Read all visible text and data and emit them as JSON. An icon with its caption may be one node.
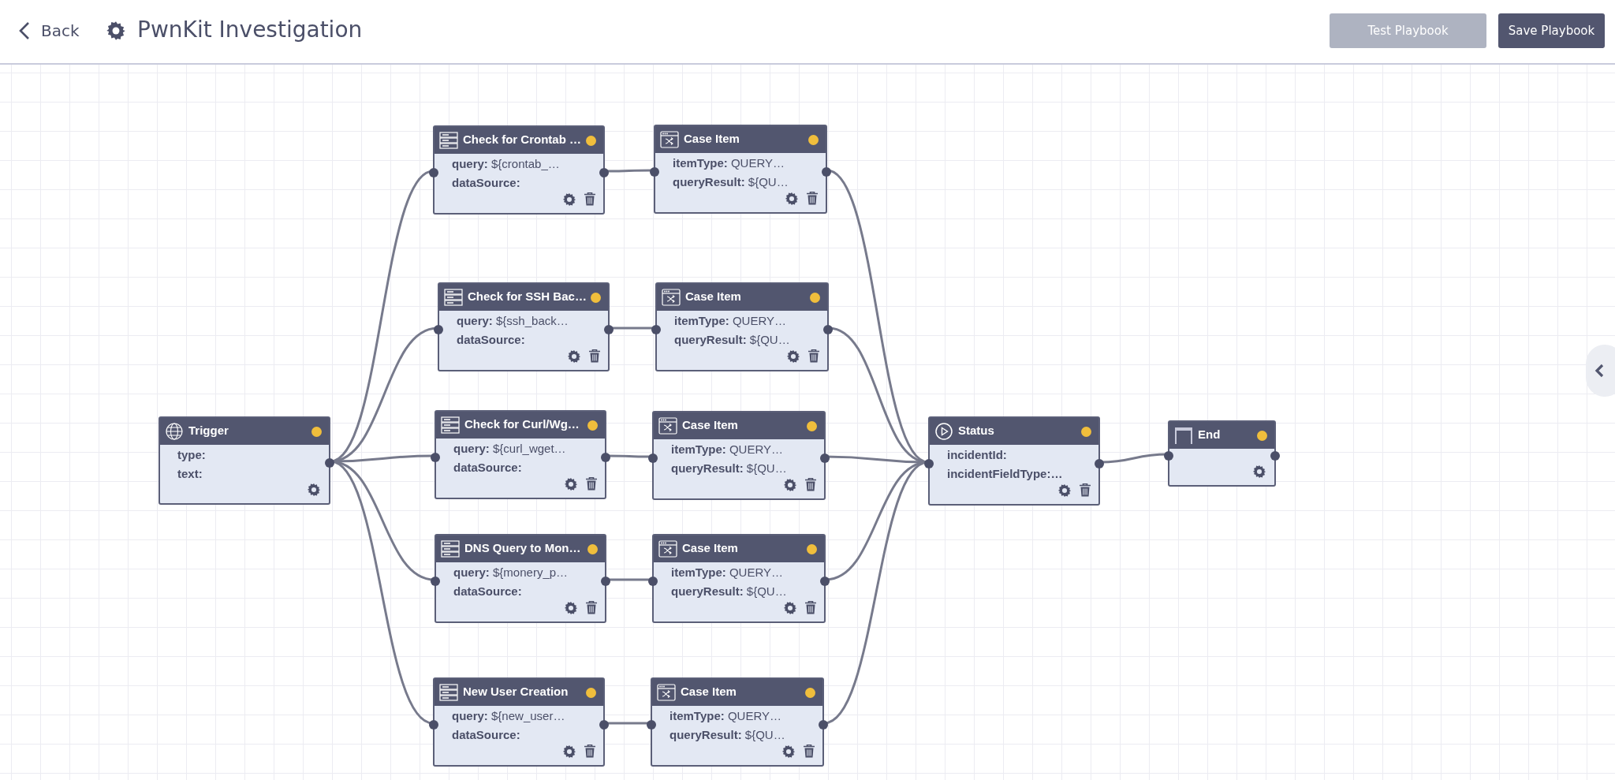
{
  "diagram": {
    "title": "PwnKit Investigation",
    "nodes": [
      {
        "text": [
          "Trigger",
          "**type:** ",
          "text:"
        ]
      },
      {
        "text": [
          "Check for Crontab …",
          "**query:** ${crontab_…",
          "dataSource:"
        ]
      },
      {
        "text": [
          "Check for SSH Bac…",
          "**query:** ${ssh_back…",
          "dataSource:"
        ]
      },
      {
        "text": [
          "Check for Curl/Wg…",
          "**query:** ${curl_wget…",
          "dataSource:"
        ]
      },
      {
        "text": [
          "DNS Query to Mon…",
          "**query:** ${monery_p…",
          "dataSource:"
        ]
      },
      {
        "text": [
          "New User Creation",
          "**query:** ${new_user…",
          "dataSource:"
        ]
      },
      {
        "text": [
          "Case Item",
          "**itemType:** QUERY…",
          "**queryResult:** ${QU…"
        ]
      },
      {
        "text": [
          "Case Item",
          "**itemType:** QUERY…",
          "**queryResult:** ${QU…"
        ]
      },
      {
        "text": [
          "Case Item",
          "**itemType:** QUERY…",
          "**queryResult:** ${QU…"
        ]
      },
      {
        "text": [
          "Case Item",
          "**itemType:** QUERY…",
          "**queryResult:** ${QU…"
        ]
      },
      {
        "text": [
          "Case Item",
          "**itemType:** QUERY…",
          "**queryResult:** ${QU…"
        ]
      },
      {
        "text": [
          "Status",
          "incidentId:",
          "incidentFieldType:…"
        ]
      },
      {
        "text": [
          "End"
        ]
      }
    ],
    "edges": [
      {
        "from": 0,
        "to": 1,
        "arrow": "none"
      },
      {
        "from": 0,
        "to": 2,
        "arrow": "none"
      },
      {
        "from": 0,
        "to": 3,
        "arrow": "none"
      },
      {
        "from": 0,
        "to": 4,
        "arrow": "none"
      },
      {
        "from": 0,
        "to": 5,
        "arrow": "none"
      },
      {
        "from": 1,
        "to": 6,
        "arrow": "none"
      },
      {
        "from": 2,
        "to": 7,
        "arrow": "none"
      },
      {
        "from": 3,
        "to": 8,
        "arrow": "none"
      },
      {
        "from": 4,
        "to": 9,
        "arrow": "none"
      },
      {
        "from": 5,
        "to": 10,
        "arrow": "none"
      },
      {
        "from": 6,
        "to": 11,
        "arrow": "none"
      },
      {
        "from": 7,
        "to": 11,
        "arrow": "none"
      },
      {
        "from": 8,
        "to": 11,
        "arrow": "none"
      },
      {
        "from": 9,
        "to": 11,
        "arrow": "none"
      },
      {
        "from": 10,
        "to": 11,
        "arrow": "none"
      },
      {
        "from": 11,
        "to": 12,
        "arrow": "none"
      }
    ],
    "labels": [
      "Back",
      "Test Playbook",
      "Save Playbook"
    ]
  }
}
